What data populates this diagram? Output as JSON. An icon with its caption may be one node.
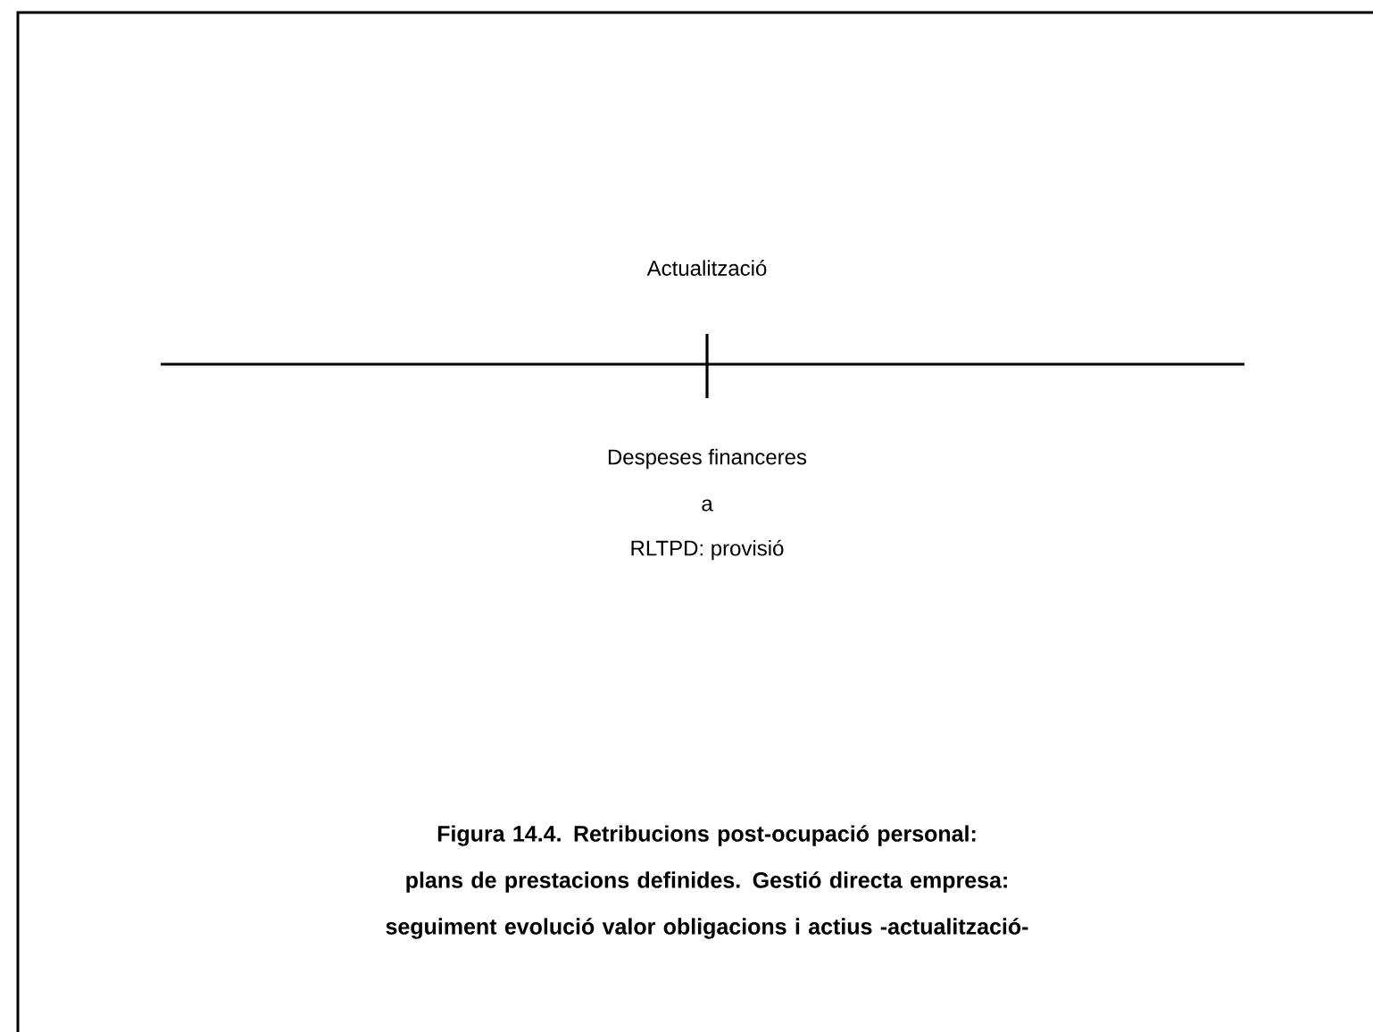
{
  "diagram": {
    "caption": "Figura 14.4. Retribucions post-ocupació personal: plans de prestacions definides. Gestió directa empresa: seguiment evolució valor obligacions i actius -actualització-",
    "labels": [
      "Actualització",
      "Despeses financeres",
      "a",
      "RLTPD: provisió"
    ]
  }
}
